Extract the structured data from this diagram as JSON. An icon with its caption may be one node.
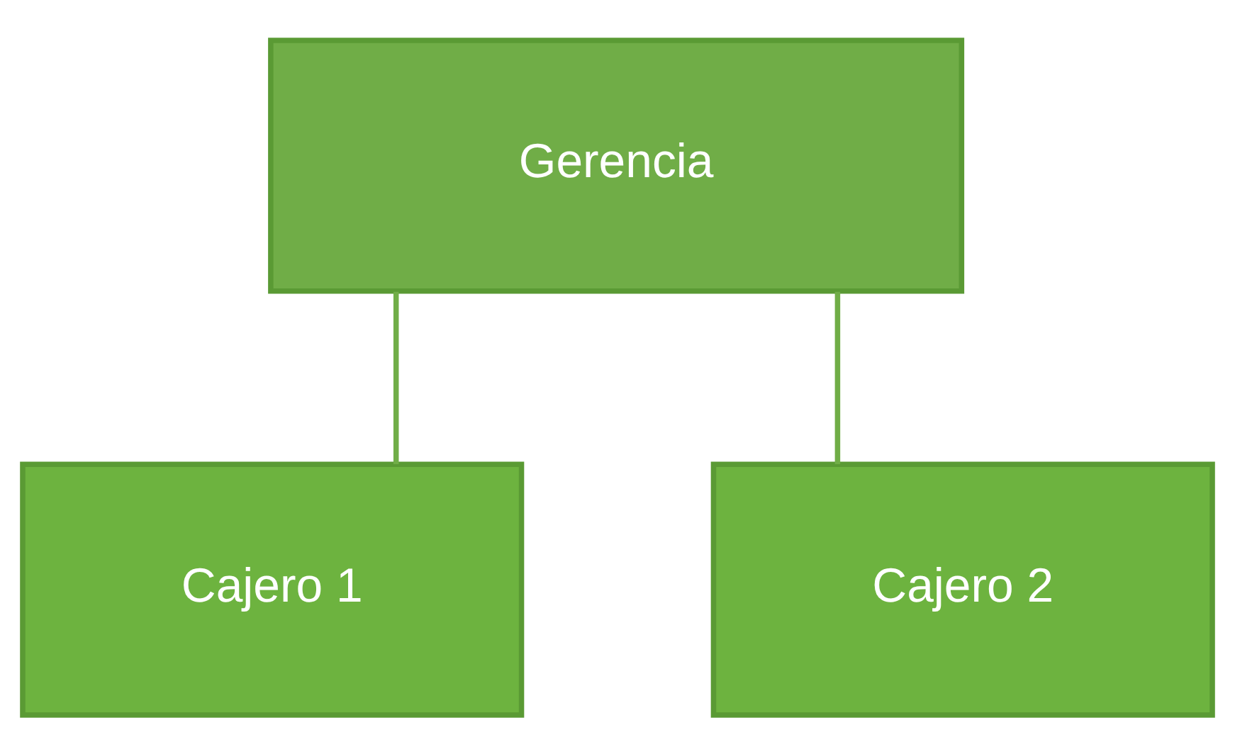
{
  "diagram": {
    "nodes": [
      {
        "text": [
          "Gerencia"
        ]
      },
      {
        "text": [
          "Cajero 1"
        ]
      },
      {
        "text": [
          "Cajero 2"
        ]
      }
    ],
    "edges": [
      {
        "from": 0,
        "to": 1,
        "arrow": "none"
      },
      {
        "from": 0,
        "to": 2,
        "arrow": "none"
      }
    ]
  }
}
